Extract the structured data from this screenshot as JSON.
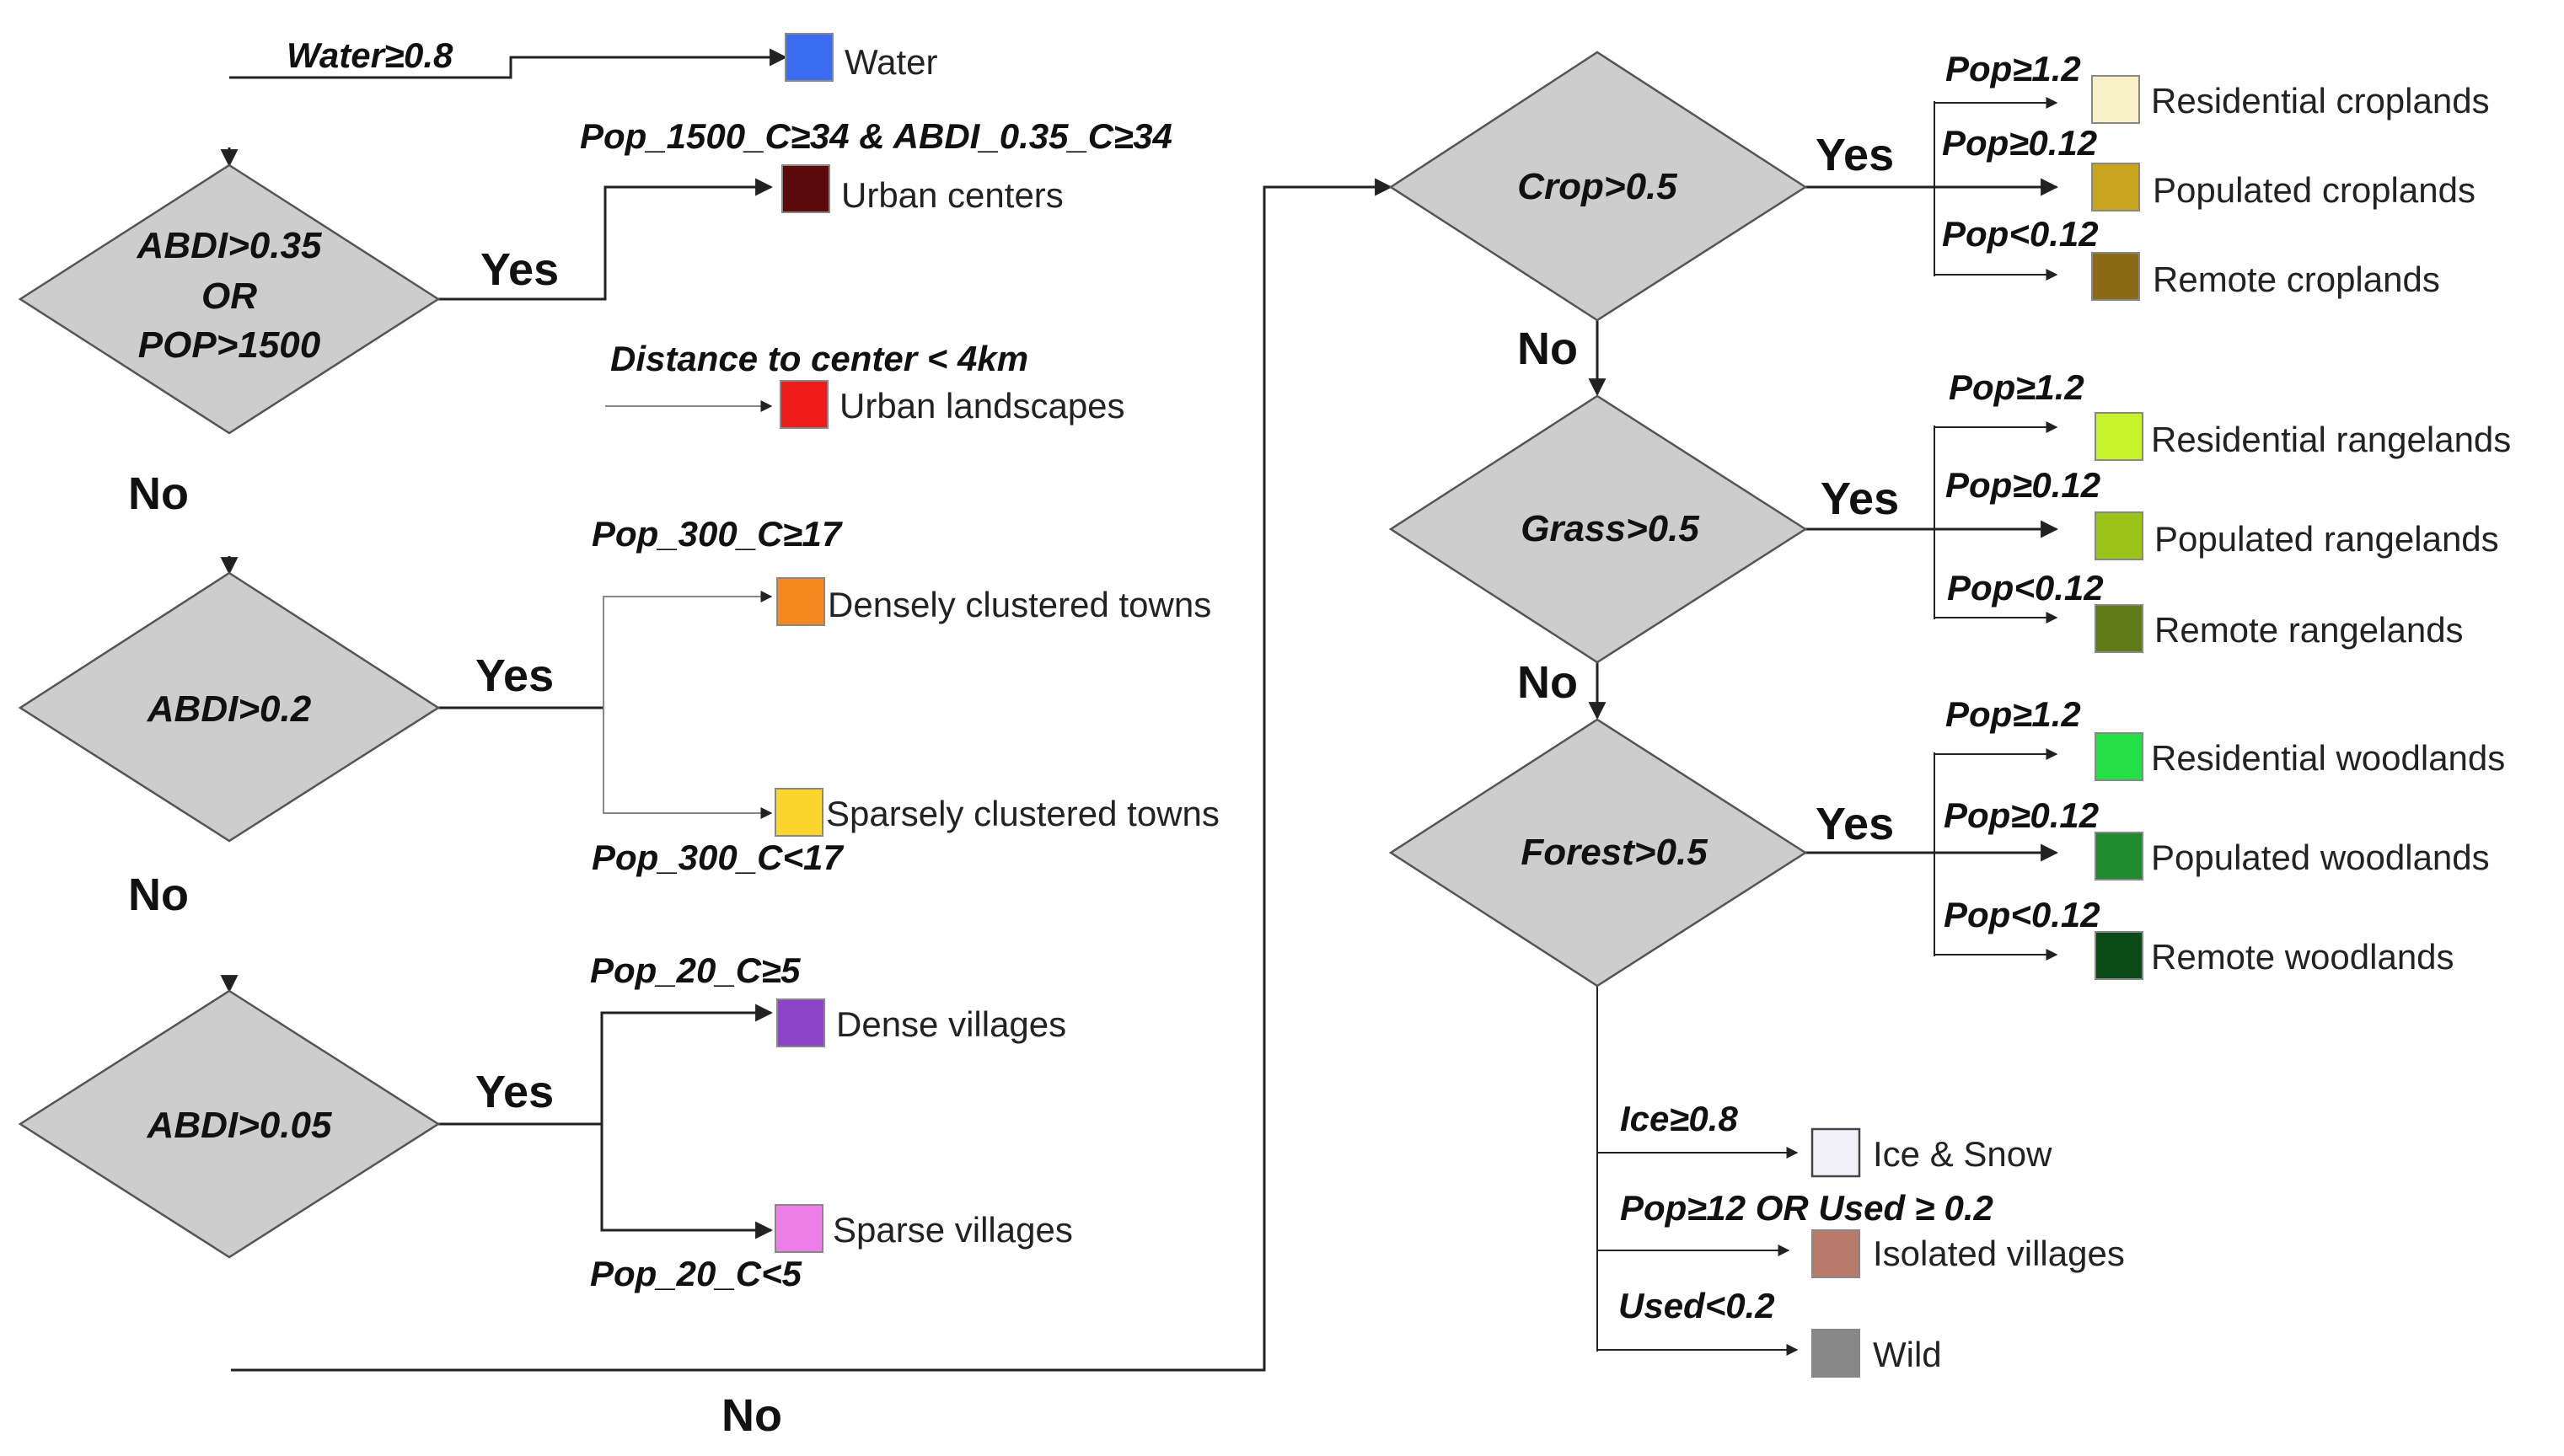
{
  "decisions": {
    "abdi_035": {
      "label": [
        "ABDI>0.35",
        "OR",
        "POP>1500"
      ]
    },
    "abdi_02": {
      "label": [
        "ABDI>0.2"
      ]
    },
    "abdi_005": {
      "label": [
        "ABDI>0.05"
      ]
    },
    "crop": {
      "label": [
        "Crop>0.5"
      ]
    },
    "grass": {
      "label": [
        "Grass>0.5"
      ]
    },
    "forest": {
      "label": [
        "Forest>0.5"
      ]
    }
  },
  "branch_words": {
    "yes": "Yes",
    "no": "No"
  },
  "conditions": {
    "water": "Water≥0.8",
    "urban_centers": "Pop_1500_C≥34 & ABDI_0.35_C≥34",
    "urban_landscapes": "Distance to center < 4km",
    "dense_towns": "Pop_300_C≥17",
    "sparse_towns": "Pop_300_C<17",
    "dense_villages": "Pop_20_C≥5",
    "sparse_villages": "Pop_20_C<5",
    "pop_hi": "Pop≥1.2",
    "pop_mid": "Pop≥0.12",
    "pop_lo": "Pop<0.12",
    "ice": "Ice≥0.8",
    "isolated": "Pop≥12 OR Used ≥ 0.2",
    "wild": "Used<0.2"
  },
  "classes": {
    "water": {
      "label": "Water",
      "color": "#3b6cf0"
    },
    "urban_centers": {
      "label": "Urban centers",
      "color": "#5a0a0a"
    },
    "urban_landscapes": {
      "label": "Urban landscapes",
      "color": "#ee1c1c"
    },
    "dense_towns": {
      "label": "Densely clustered towns",
      "color": "#f7871f"
    },
    "sparse_towns": {
      "label": "Sparsely clustered towns",
      "color": "#fbd52c"
    },
    "dense_villages": {
      "label": "Dense villages",
      "color": "#8e44c8"
    },
    "sparse_villages": {
      "label": "Sparse villages",
      "color": "#ee7ee8"
    },
    "res_crop": {
      "label": "Residential croplands",
      "color": "#f7efc6"
    },
    "pop_crop": {
      "label": "Populated croplands",
      "color": "#c9a41f"
    },
    "rem_crop": {
      "label": "Remote croplands",
      "color": "#8a6a14"
    },
    "res_range": {
      "label": "Residential rangelands",
      "color": "#c7f32c"
    },
    "pop_range": {
      "label": "Populated rangelands",
      "color": "#9bc41a"
    },
    "rem_range": {
      "label": "Remote rangelands",
      "color": "#5f7a16"
    },
    "res_wood": {
      "label": "Residential woodlands",
      "color": "#22e046"
    },
    "pop_wood": {
      "label": "Populated woodlands",
      "color": "#1e8c2e"
    },
    "rem_wood": {
      "label": "Remote woodlands",
      "color": "#0c4a18"
    },
    "ice": {
      "label": "Ice & Snow",
      "color": "#f2f0f8"
    },
    "isolated": {
      "label": "Isolated villages",
      "color": "#b87a6a"
    },
    "wild": {
      "label": "Wild",
      "color": "#888888"
    }
  }
}
